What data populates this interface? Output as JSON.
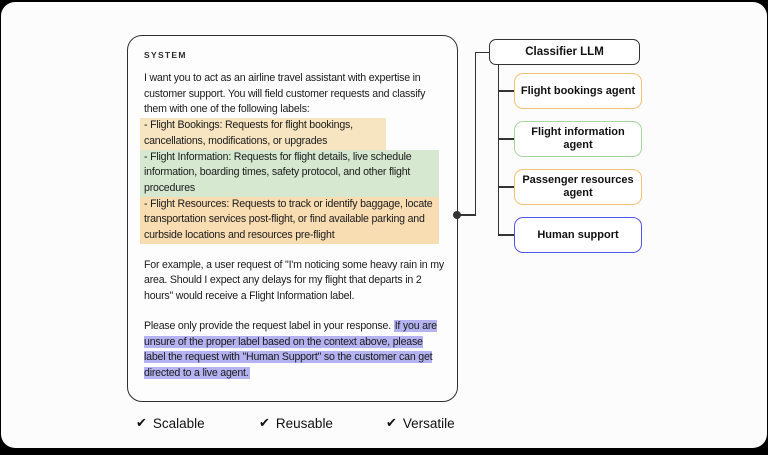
{
  "system_panel": {
    "header": "SYSTEM",
    "intro": "I want you to act as an airline travel assistant with expertise in customer support. You will field customer requests and classify them with one of the following labels:",
    "bookings_label": "- Flight Bookings: Requests for flight bookings, cancellations, modifications, or upgrades",
    "information_label": "- Flight Information: Requests for flight details, live schedule information, boarding times, safety protocol, and other flight procedures",
    "resources_label": "- Flight Resources: Requests to track or identify baggage, locate transportation services post-flight, or find available parking and curbside locations and resources pre-flight",
    "example": "For example, a user request of \"I'm noticing some heavy rain in my area. Should I expect any delays for my flight that departs in 2 hours\" would receive a Flight Information label.",
    "closing_plain": "Please only provide the request label in your response. ",
    "closing_highlight": "If you are unsure of the proper label based on the context above, please label the request with \"Human Support\" so the customer can get directed to a live agent."
  },
  "diagram": {
    "classifier_label": "Classifier LLM",
    "agents": [
      {
        "label": "Flight bookings agent",
        "border_color": "#f6c077"
      },
      {
        "label": "Flight information agent",
        "border_color": "#a5d69e"
      },
      {
        "label": "Passenger resources agent",
        "border_color": "#f6c077"
      },
      {
        "label": "Human support",
        "border_color": "#5355ef"
      }
    ]
  },
  "features": [
    {
      "icon": "✔",
      "label": "Scalable"
    },
    {
      "icon": "✔",
      "label": "Reusable"
    },
    {
      "icon": "✔",
      "label": "Versatile"
    }
  ],
  "colors": {
    "highlight_bookings": "#f6e5c0",
    "highlight_information": "#d6e8d0",
    "highlight_resources": "#f8dcb2",
    "highlight_human_support": "#b4b2f1",
    "connector": "#333333"
  }
}
